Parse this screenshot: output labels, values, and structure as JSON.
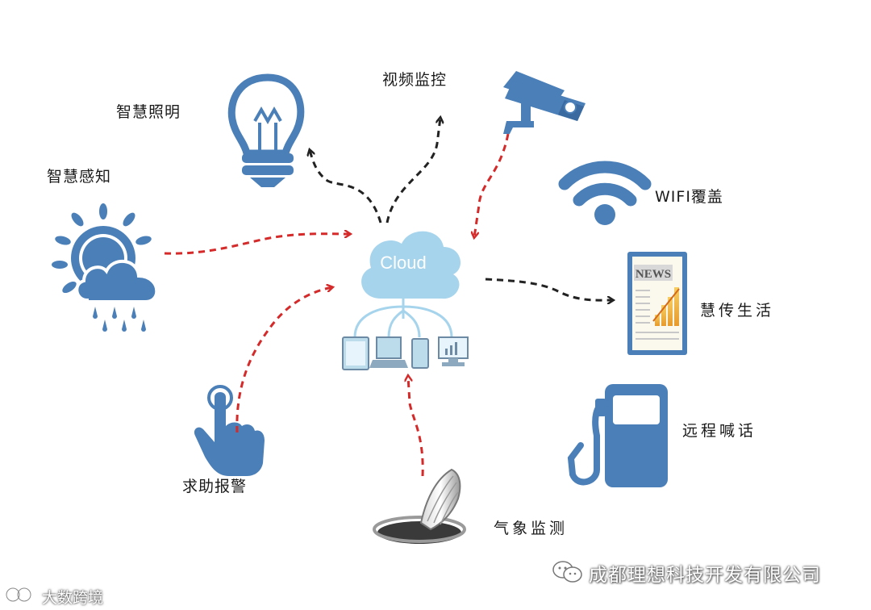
{
  "labels": {
    "smart_lighting": "智慧照明",
    "video_surveillance": "视频监控",
    "smart_sensing": "智慧感知",
    "wifi_coverage": "WIFI覆盖",
    "smart_life": "慧传生活",
    "remote_call": "远程喊话",
    "help_alarm": "求助报警",
    "weather_monitoring": "气象监测"
  },
  "cloud": {
    "text": "Cloud"
  },
  "news_card": {
    "text": "NEWS"
  },
  "watermarks": {
    "company": "成都理想科技开发有限公司",
    "source": "大数跨境"
  },
  "colors": {
    "icon_blue": "#4a7fb8",
    "cloud_blue": "#9fd1ea",
    "arrow_red": "#d42a2a",
    "arrow_dark": "#222222"
  }
}
